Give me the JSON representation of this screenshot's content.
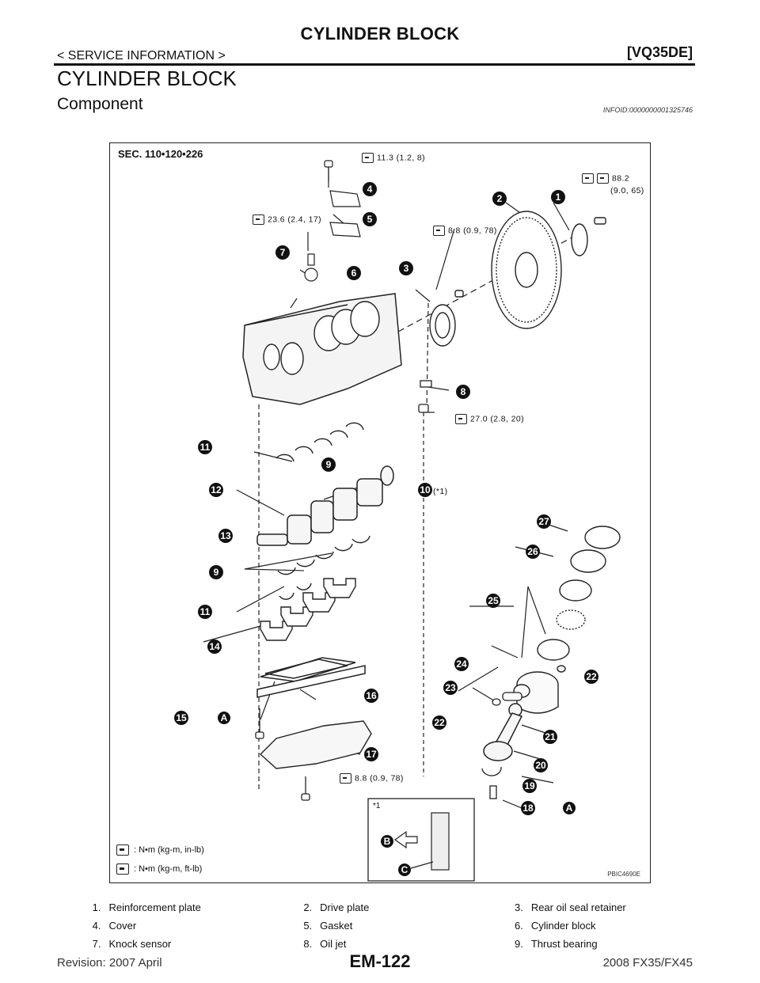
{
  "header": {
    "title": "CYLINDER BLOCK",
    "breadcrumb": "< SERVICE INFORMATION >",
    "engine": "[VQ35DE]"
  },
  "section_title": "CYLINDER BLOCK",
  "component_title": "Component",
  "info_id": "INFOID:0000000001325746",
  "figure": {
    "sec_code": "SEC. 110•120•226",
    "figure_id": "PBIC4690E",
    "torques": {
      "t_11_3": "11.3 (1.2, 8)",
      "t_88_2_a": "88.2",
      "t_88_2_b": "(9.0, 65)",
      "t_23_6": "23.6 (2.4, 17)",
      "t_8_8_top": "8.8 (0.9, 78)",
      "t_27_0": "27.0 (2.8, 20)",
      "t_8_8_bottom": "8.8 (0.9, 78)"
    },
    "star_note": "(*1)",
    "inset_label": "*1",
    "legend": {
      "nm_in_lb": ": N•m (kg-m, in-lb)",
      "nm_ft_lb": ": N•m (kg-m, ft-lb)"
    },
    "callouts": [
      "1",
      "2",
      "3",
      "4",
      "5",
      "6",
      "7",
      "8",
      "9",
      "10",
      "11",
      "12",
      "13",
      "14",
      "15",
      "16",
      "17",
      "18",
      "19",
      "20",
      "21",
      "22",
      "23",
      "24",
      "25",
      "26",
      "27"
    ],
    "letters": [
      "A",
      "B",
      "C"
    ]
  },
  "parts": [
    [
      {
        "n": "1.",
        "t": "Reinforcement plate"
      },
      {
        "n": "2.",
        "t": "Drive plate"
      },
      {
        "n": "3.",
        "t": "Rear oil seal retainer"
      }
    ],
    [
      {
        "n": "4.",
        "t": "Cover"
      },
      {
        "n": "5.",
        "t": "Gasket"
      },
      {
        "n": "6.",
        "t": "Cylinder block"
      }
    ],
    [
      {
        "n": "7.",
        "t": "Knock sensor"
      },
      {
        "n": "8.",
        "t": "Oil jet"
      },
      {
        "n": "9.",
        "t": "Thrust bearing"
      }
    ]
  ],
  "footer": {
    "revision": "Revision: 2007 April",
    "page": "EM-122",
    "model": "2008 FX35/FX45"
  }
}
